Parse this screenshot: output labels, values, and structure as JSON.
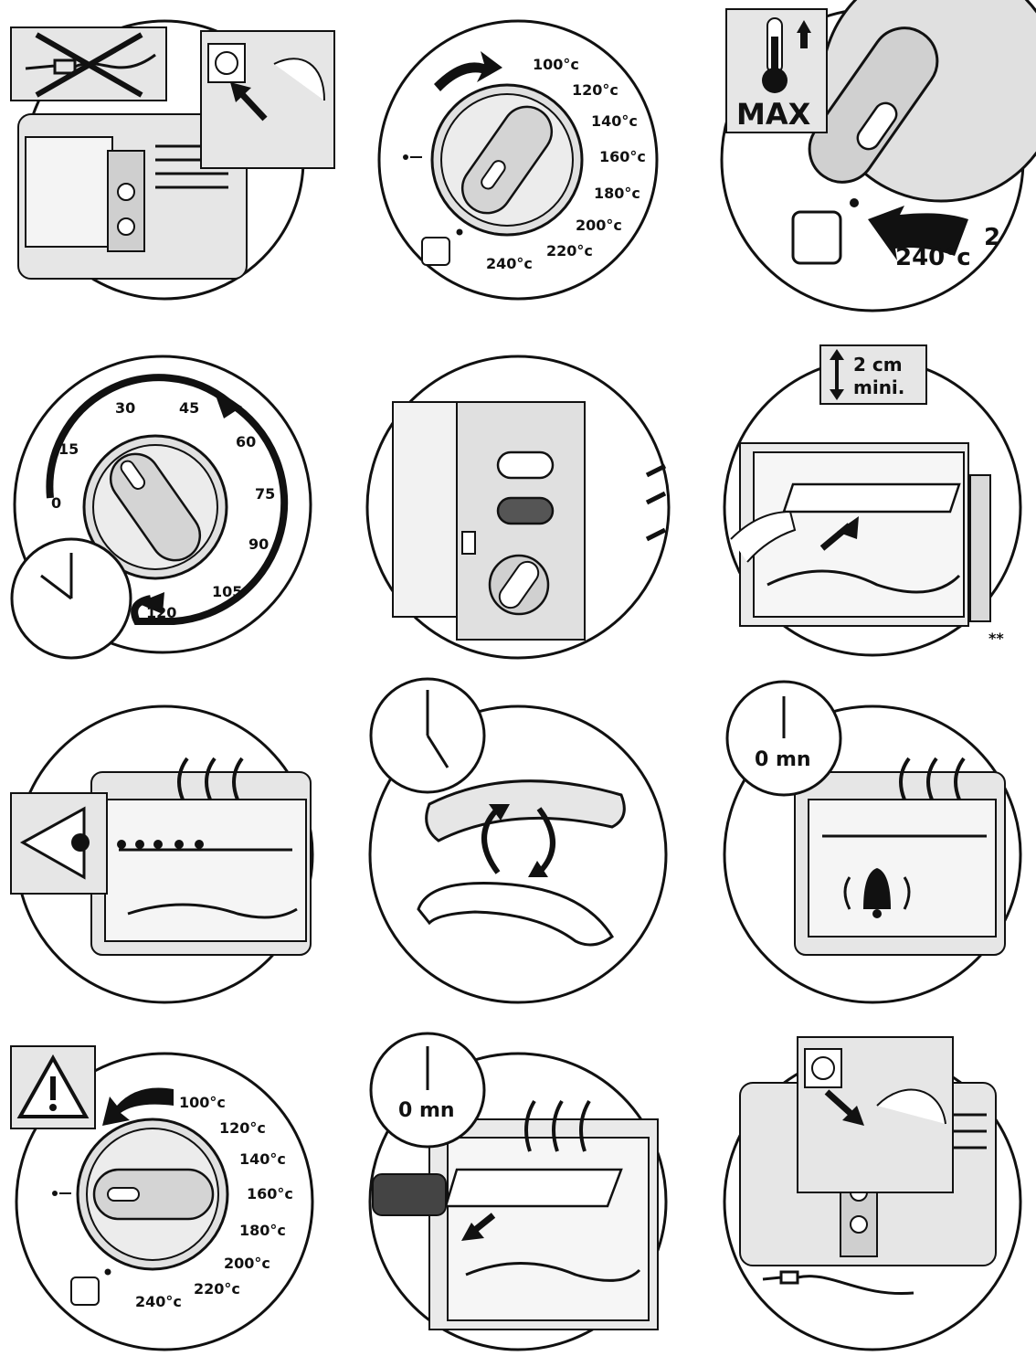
{
  "colors": {
    "ink": "#111111",
    "shade": "#d9d9d9",
    "light": "#efefef",
    "paper": "#ffffff"
  },
  "thermostat_scale": [
    "100°c",
    "120°c",
    "140°c",
    "160°c",
    "180°c",
    "200°c",
    "220°c",
    "240°c"
  ],
  "timer_scale": [
    "0",
    "15",
    "30",
    "45",
    "60",
    "75",
    "90",
    "105",
    "120"
  ],
  "panel3": {
    "max_label": "MAX",
    "partial_temp": "240°c",
    "partial_temp2": "2"
  },
  "panel6": {
    "gap_value": "2 cm",
    "gap_note": "mini.",
    "footnote": "**"
  },
  "panel9": {
    "timer_end": "0 mn"
  },
  "panel11": {
    "timer_end": "0 mn"
  },
  "icons": [
    "unplugged-cord-icon",
    "wall-socket-icon",
    "thermometer-icon",
    "oven-icon",
    "clock-icon",
    "eye-icon",
    "bell-icon",
    "warning-icon",
    "turn-arrow-icon"
  ]
}
